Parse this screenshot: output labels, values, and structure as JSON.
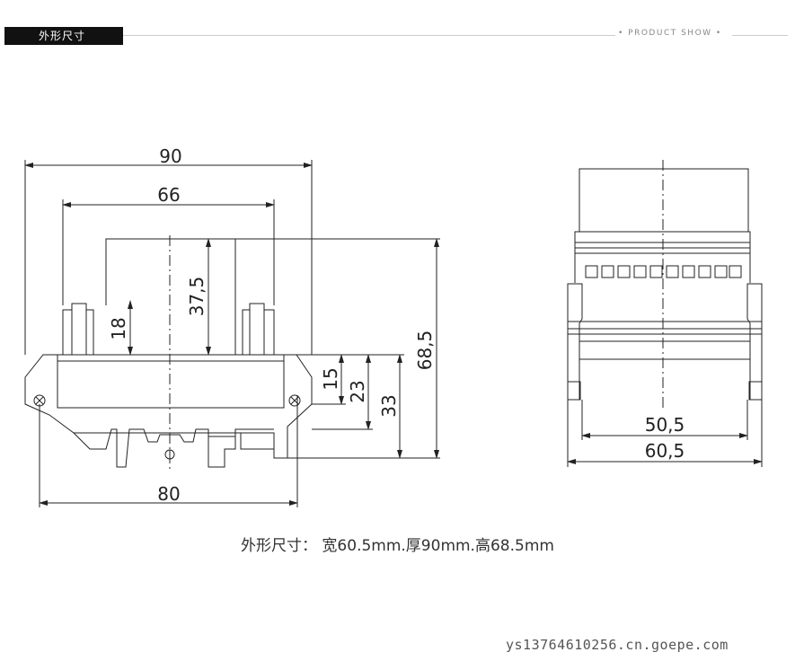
{
  "header": {
    "tag_label": "外形尺寸",
    "product_show": "• PRODUCT SHOW •"
  },
  "front_view": {
    "dim_top_width": "90",
    "dim_inner_width": "66",
    "dim_bottom_width": "80",
    "dim_height_37_5": "37,5",
    "dim_height_18": "18",
    "dim_height_68_5": "68,5",
    "dim_15": "15",
    "dim_23": "23",
    "dim_33": "33"
  },
  "side_view": {
    "dim_50_5": "50,5",
    "dim_60_5": "60,5"
  },
  "caption": "外形尺寸：  宽60.5mm.厚90mm.高68.5mm",
  "watermark": "ys13764610256.cn.goepe.com"
}
